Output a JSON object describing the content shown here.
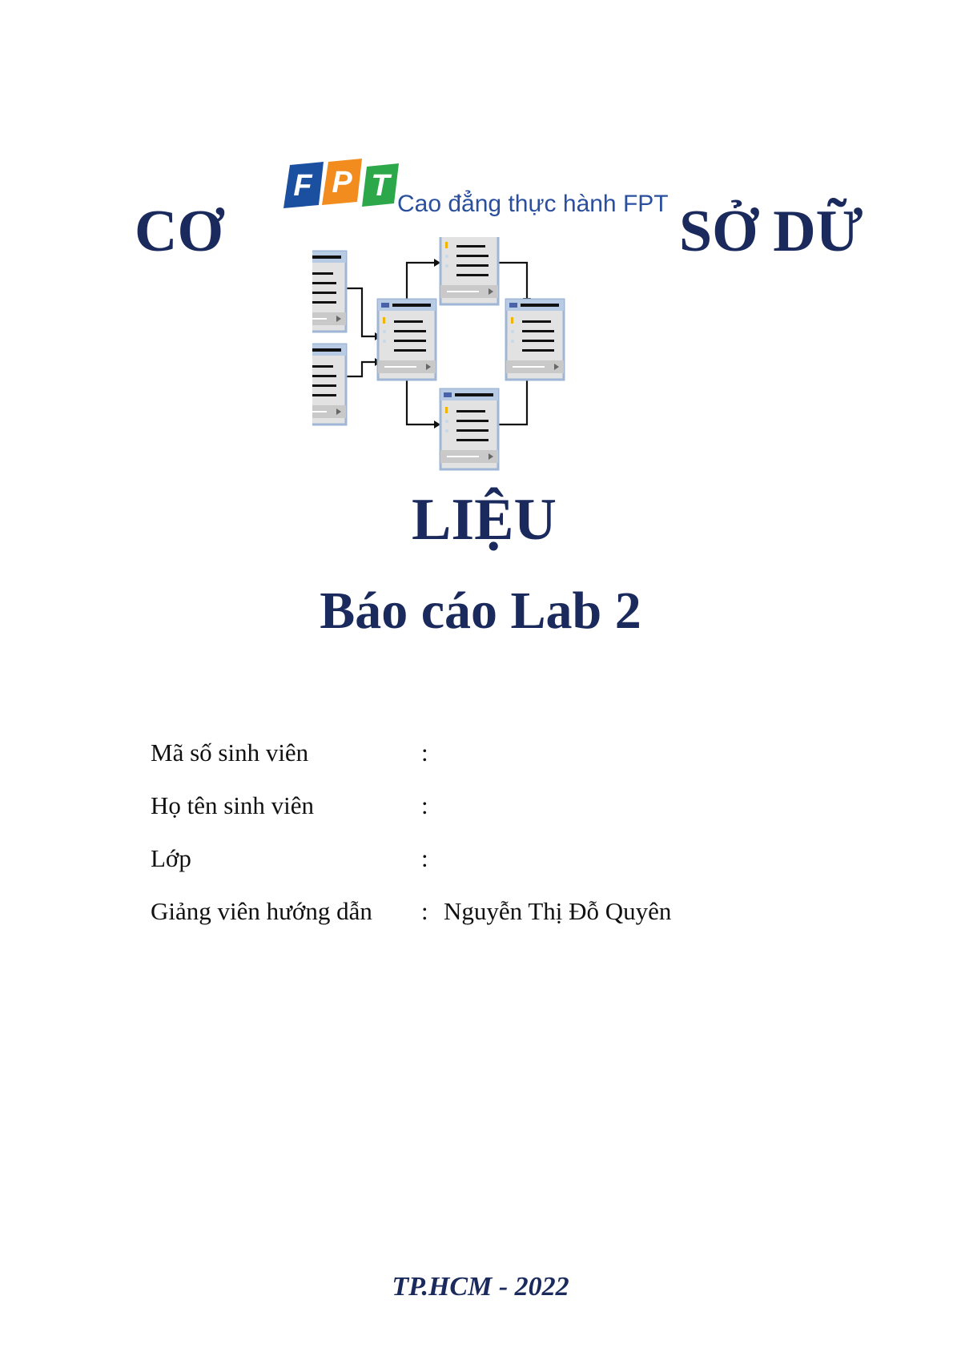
{
  "logo": {
    "letters": [
      "F",
      "P",
      "T"
    ],
    "letter_colors": [
      "#1b4fa0",
      "#f28c1e",
      "#2ca84a"
    ],
    "caption": "Cao đẳng thực hành FPT"
  },
  "title": {
    "part1": "CƠ",
    "part2": "SỞ DỮ",
    "part3": "LIỆU"
  },
  "subtitle": "Báo cáo Lab 2",
  "info": [
    {
      "label": "Mã số sinh viên",
      "colon": ":",
      "value": ""
    },
    {
      "label": "Họ tên sinh viên",
      "colon": ":",
      "value": ""
    },
    {
      "label": "Lớp",
      "colon": ":",
      "value": ""
    },
    {
      "label": "Giảng viên hướng dẫn",
      "colon": ":",
      "value": "Nguyễn Thị Đỗ Quyên"
    }
  ],
  "footer": "TP.HCM - 2022",
  "colors": {
    "title": "#1b2a5c",
    "logo_caption": "#2a4f9e"
  },
  "diagram_icon": "database-schema-diagram"
}
